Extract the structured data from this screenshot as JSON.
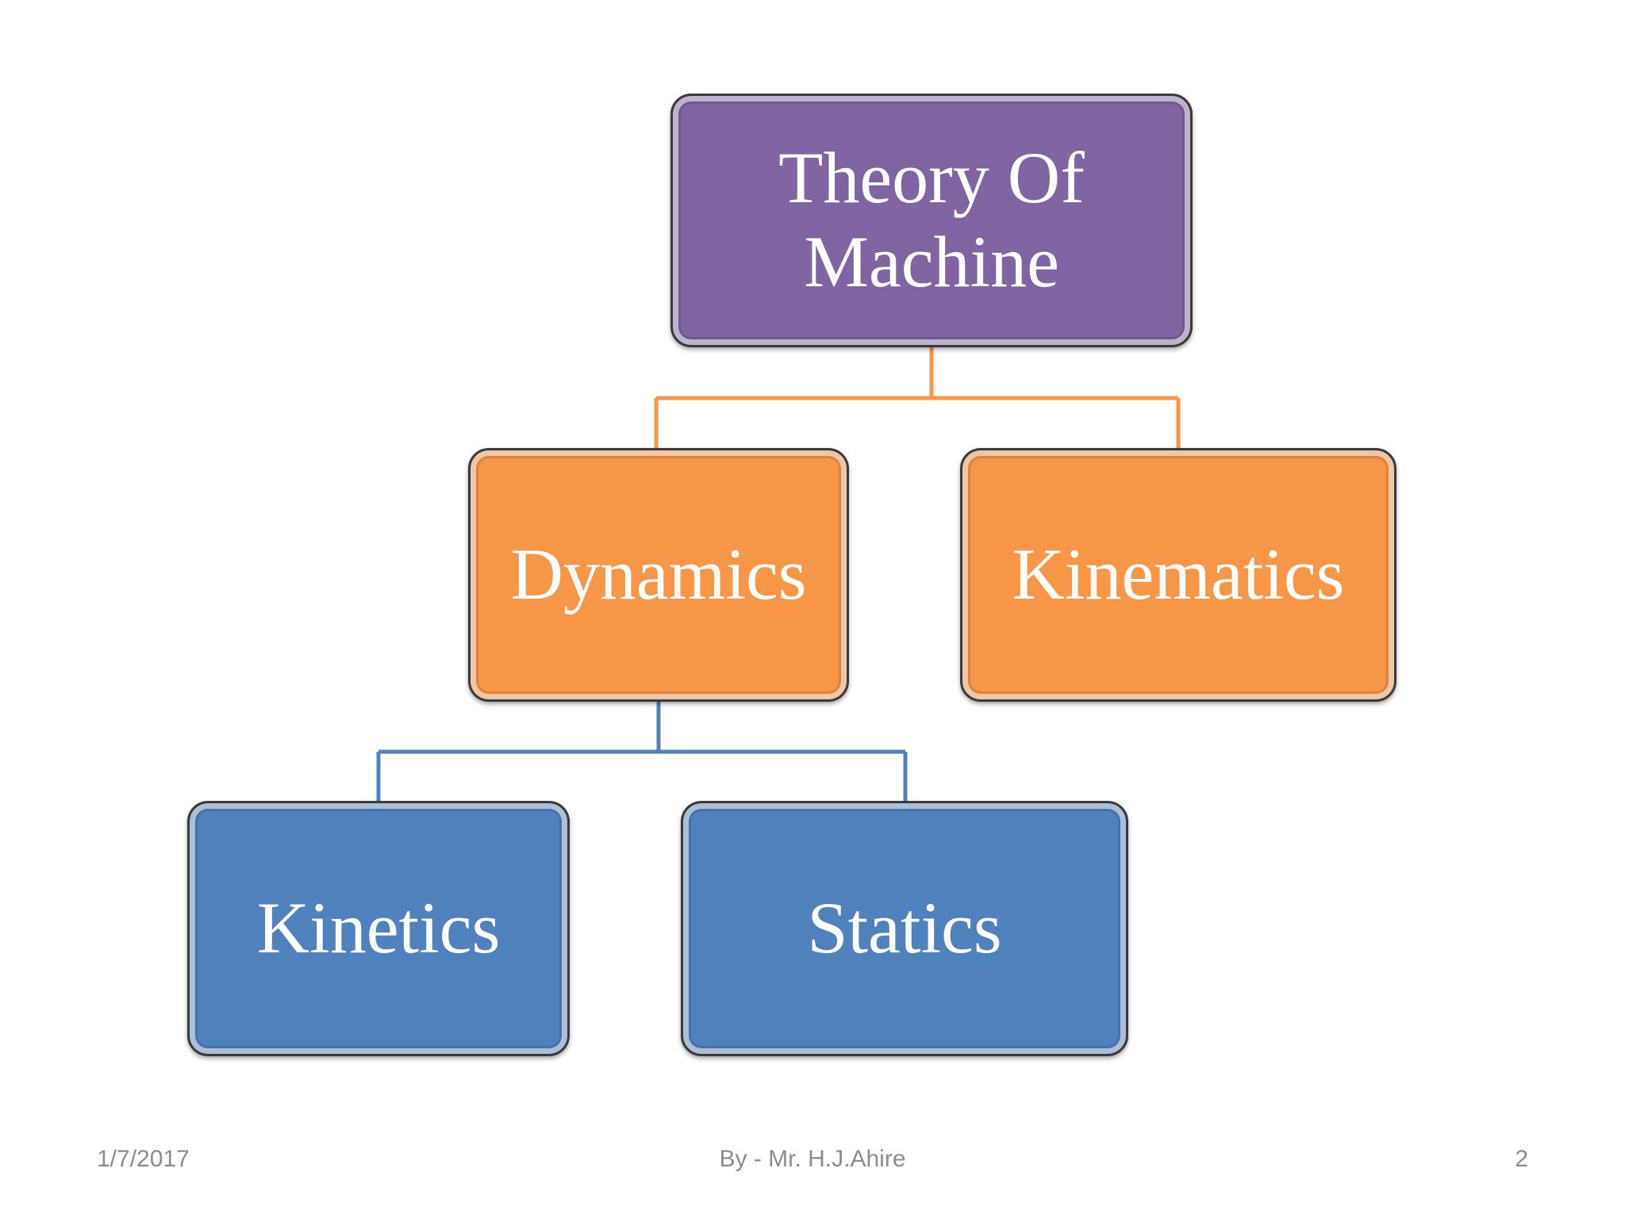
{
  "diagram": {
    "root": {
      "label": "Theory Of\nMachine",
      "color": "#8064a2"
    },
    "level1": [
      {
        "label": "Dynamics",
        "color": "#f79646"
      },
      {
        "label": "Kinematics",
        "color": "#f79646"
      }
    ],
    "level2": [
      {
        "label": "Kinetics",
        "color": "#4f81bd",
        "parent": "Dynamics"
      },
      {
        "label": "Statics",
        "color": "#4f81bd",
        "parent": "Dynamics"
      }
    ],
    "connector_colors": {
      "root_to_level1": "#f79646",
      "dynamics_to_level2": "#4f81bd"
    }
  },
  "footer": {
    "date": "1/7/2017",
    "author": "By - Mr. H.J.Ahire",
    "page": "2"
  }
}
